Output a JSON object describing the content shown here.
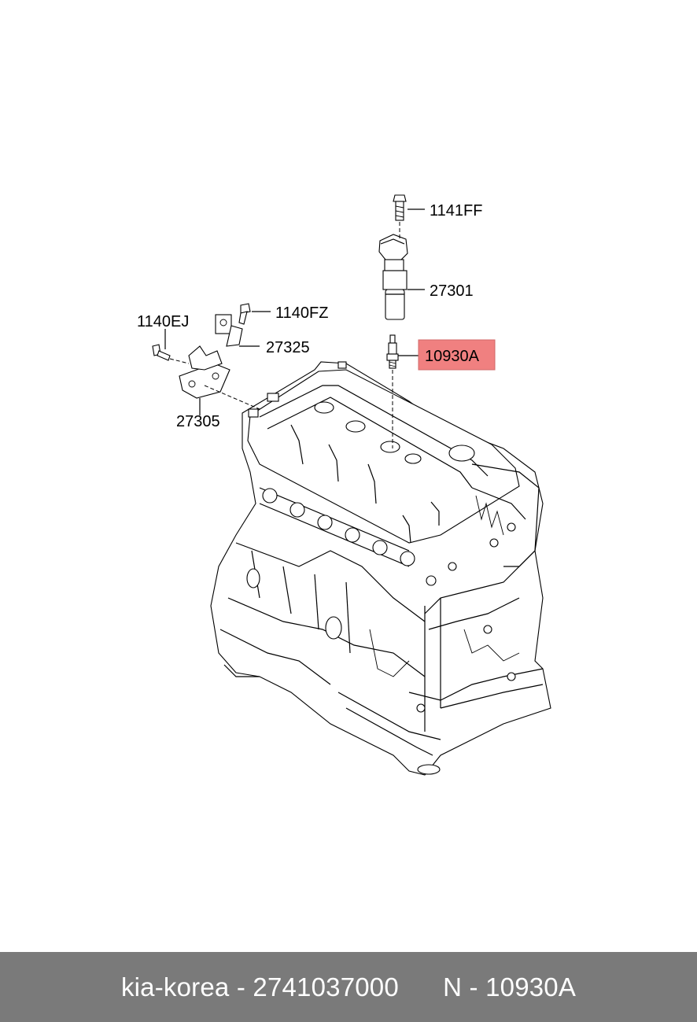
{
  "diagram": {
    "callouts": {
      "bolt_top": "1141FF",
      "ignition_coil": "27301",
      "bolt_sensor": "1140FZ",
      "bolt_bracket": "1140EJ",
      "sensor": "27325",
      "bracket": "27305",
      "spark_plug": "10930A"
    },
    "highlight_color": "#f08080"
  },
  "footer": {
    "text": "kia-korea - 2741037000      N - 10930A"
  }
}
